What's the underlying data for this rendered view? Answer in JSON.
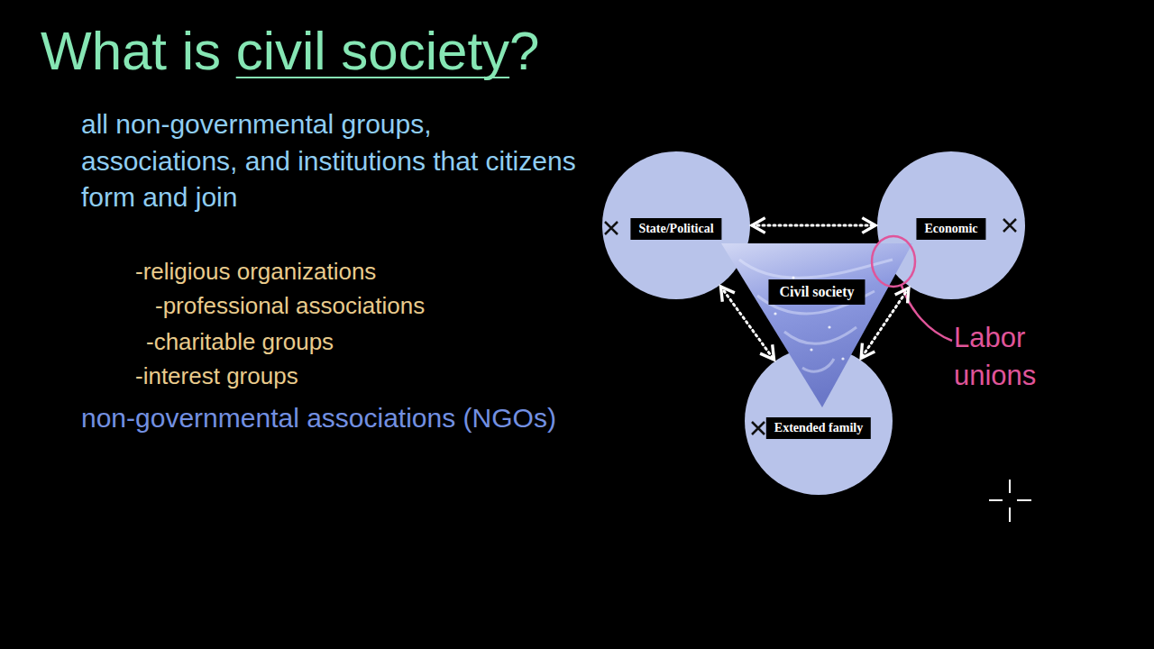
{
  "diagram": {
    "title": "What is civil society?",
    "nodes": [
      {
        "text": [
          "State/Political"
        ]
      },
      {
        "text": [
          "Economic"
        ]
      },
      {
        "text": [
          "Civil society"
        ]
      },
      {
        "text": [
          "Extended family"
        ]
      }
    ],
    "edges": [
      {
        "from": 0,
        "to": 1,
        "arrow": "both"
      },
      {
        "from": 0,
        "to": 3,
        "arrow": "both"
      },
      {
        "from": 1,
        "to": 3,
        "arrow": "both"
      }
    ],
    "labels": [
      "all non-governmental groups, associations, and institutions that citizens form and join",
      "-religious organizations",
      "-professional associations",
      "-charitable groups",
      "-interest groups",
      "non-governmental associations (NGOs)",
      "Labor unions"
    ]
  }
}
